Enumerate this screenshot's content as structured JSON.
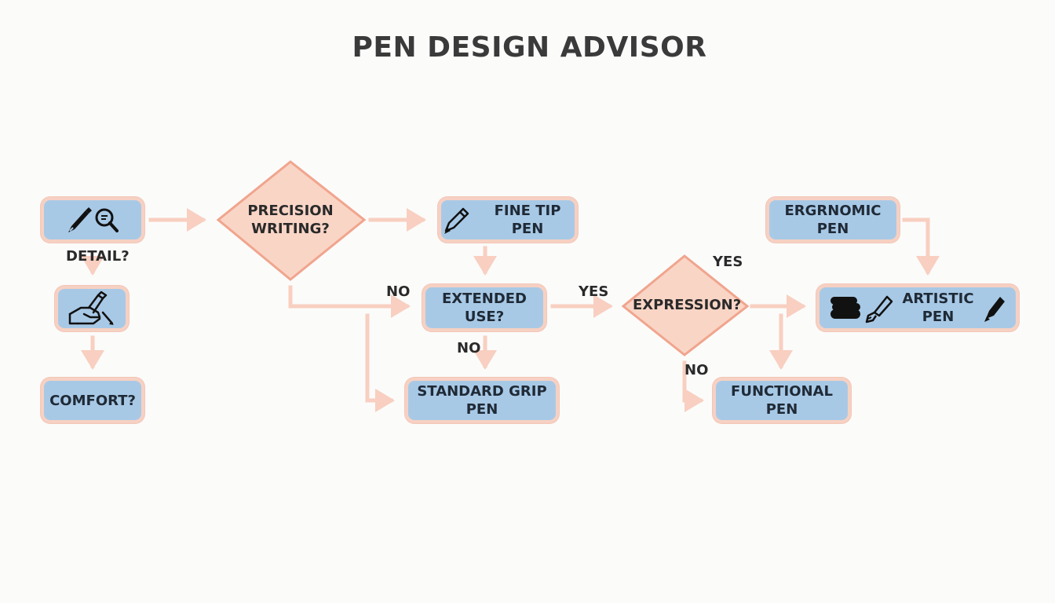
{
  "title": "PEN DESIGN ADVISOR",
  "nodes": {
    "detail_box_caption": "DETAIL?",
    "precision": "PRECISION\nWRITING?",
    "fine_tip": "FINE TIP PEN",
    "extended_use": "EXTENDED\nUSE?",
    "standard_grip": "STANDARD GRIP PEN",
    "expression": "EXPRESSION?",
    "ergonomic": "ERGRNOMIC PEN",
    "artistic": "ARTISTIC PEN",
    "functional": "FUNCTIONAL PEN",
    "comfort": "COMFORT?"
  },
  "edge_labels": {
    "no_precision": "NO",
    "yes_extended": "YES",
    "no_extended": "NO",
    "yes_expression": "YES",
    "no_expression": "NO"
  },
  "colors": {
    "box_fill": "#a8c9e6",
    "box_border": "#f6d1c3",
    "diamond_fill": "#f9d5c6",
    "diamond_border": "#f0a58d",
    "arrow": "#f8cfc0"
  },
  "icons": [
    "pen-magnifier-icon",
    "hand-writing-icon",
    "fine-pen-icon",
    "ink-blob-icon",
    "fountain-pen-icon",
    "pen-icon"
  ]
}
